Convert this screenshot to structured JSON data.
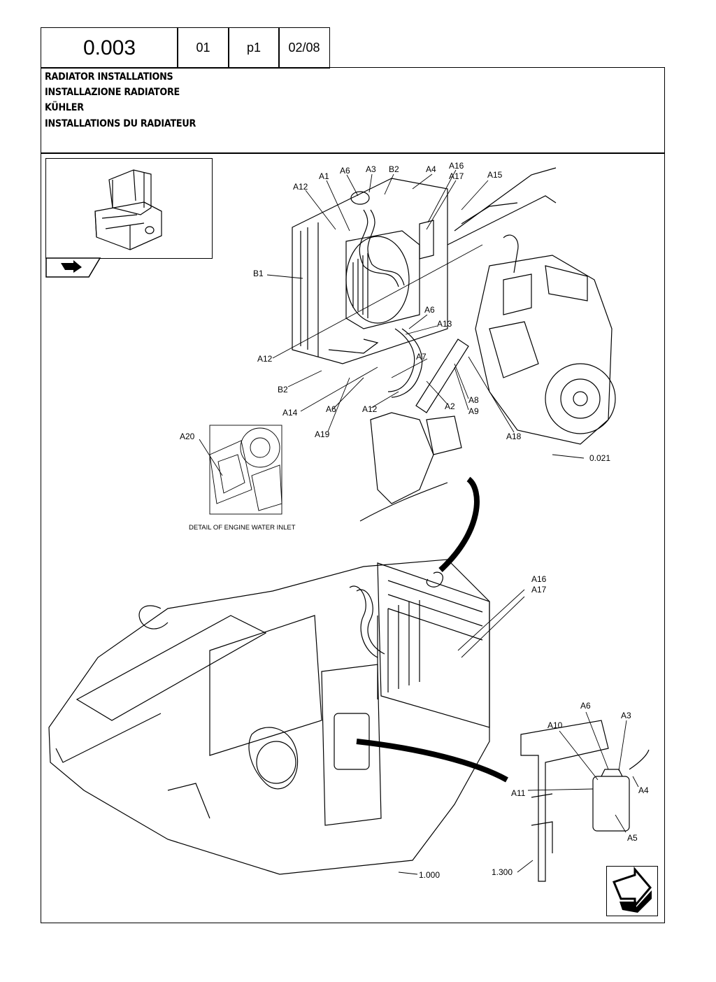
{
  "header": {
    "ref": "0.003",
    "section": "01",
    "page": "p1",
    "date": "02/08"
  },
  "titles": [
    "RADIATOR INSTALLATIONS",
    "INSTALLAZIONE RADIATORE",
    "KÜHLER",
    "INSTALLATIONS DU RADIATEUR"
  ],
  "detail_caption": "DETAIL OF ENGINE WATER INLET",
  "callouts": {
    "top": [
      "A1",
      "A6",
      "A3",
      "B2",
      "A4",
      "A16",
      "A17",
      "A15",
      "A12",
      "B1",
      "A6",
      "A13",
      "A12",
      "A7",
      "B2",
      "A14",
      "A6",
      "A12",
      "A2",
      "A8",
      "A9",
      "A19",
      "A18",
      "A20"
    ],
    "top_ref": "0.021",
    "bottom": [
      "A16",
      "A17",
      "A6",
      "A3",
      "A10",
      "A4",
      "A11",
      "A5"
    ],
    "bottom_refs": [
      "1.000",
      "1.300"
    ]
  }
}
